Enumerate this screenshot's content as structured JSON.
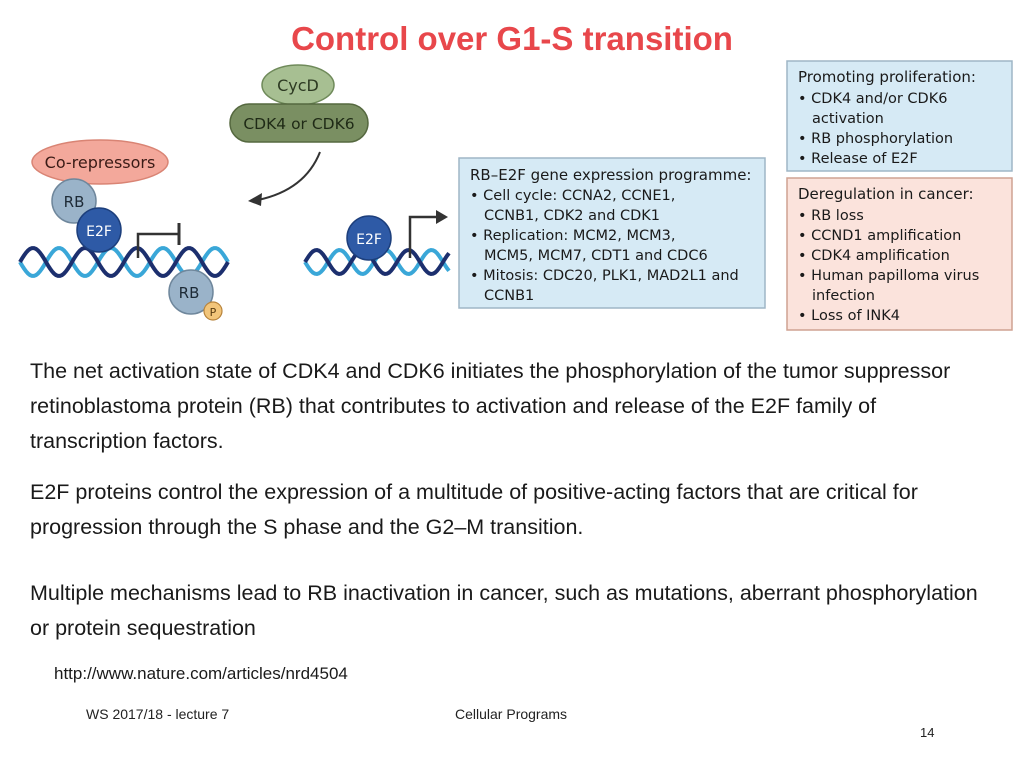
{
  "title": "Control over G1-S transition",
  "diagram": {
    "labels": {
      "cycd": "CycD",
      "cdk": "CDK4 or CDK6",
      "corepressors": "Co-repressors",
      "rb": "RB",
      "e2f": "E2F",
      "rb_p": "RB",
      "p": "P",
      "e2f_right": "E2F"
    },
    "programme": {
      "title": "RB–E2F gene expression programme:",
      "lines": [
        "• Cell cycle: CCNA2, CCNE1,",
        "CCNB1, CDK2 and CDK1",
        "• Replication: MCM2, MCM3,",
        "MCM5, MCM7, CDT1 and CDC6",
        "• Mitosis: CDC20, PLK1, MAD2L1 and",
        "CCNB1"
      ]
    },
    "promoting": {
      "title": "Promoting proliferation:",
      "lines": [
        "• CDK4 and/or CDK6",
        "activation",
        "• RB phosphorylation",
        "• Release of E2F"
      ]
    },
    "deregulation": {
      "title": "Deregulation in cancer:",
      "lines": [
        "• RB loss",
        "• CCND1 amplification",
        "• CDK4 amplification",
        "• Human papilloma virus",
        "infection",
        "• Loss of INK4"
      ]
    },
    "colors": {
      "cycd": "#a7bf92",
      "cdk": "#7a8f62",
      "corepressors": "#f3a89b",
      "rb": "#9ab3c9",
      "e2f": "#2e5aa6",
      "blue_box": "#d6eaf5",
      "pink_box": "#fbe3dc",
      "helix_cyan": "#3aa7d8",
      "helix_navy": "#1c2f6e",
      "p_badge": "#f2c57a"
    }
  },
  "paragraphs": [
    "The net activation state of CDK4 and CDK6 initiates the phosphorylation of the tumor suppressor retinoblastoma protein (RB) that contributes to activation and release of the E2F family of transcription factors.",
    "E2F proteins control the expression of a multitude of positive-acting factors that are critical for progression through the S phase and the G2–M transition.",
    "Multiple mechanisms lead to RB inactivation in cancer, such as mutations, aberrant phosphorylation or protein sequestration"
  ],
  "url": "http://www.nature.com/articles/nrd4504",
  "footer": {
    "left": "WS 2017/18 - lecture 7",
    "center": "Cellular Programs",
    "page": "14"
  }
}
